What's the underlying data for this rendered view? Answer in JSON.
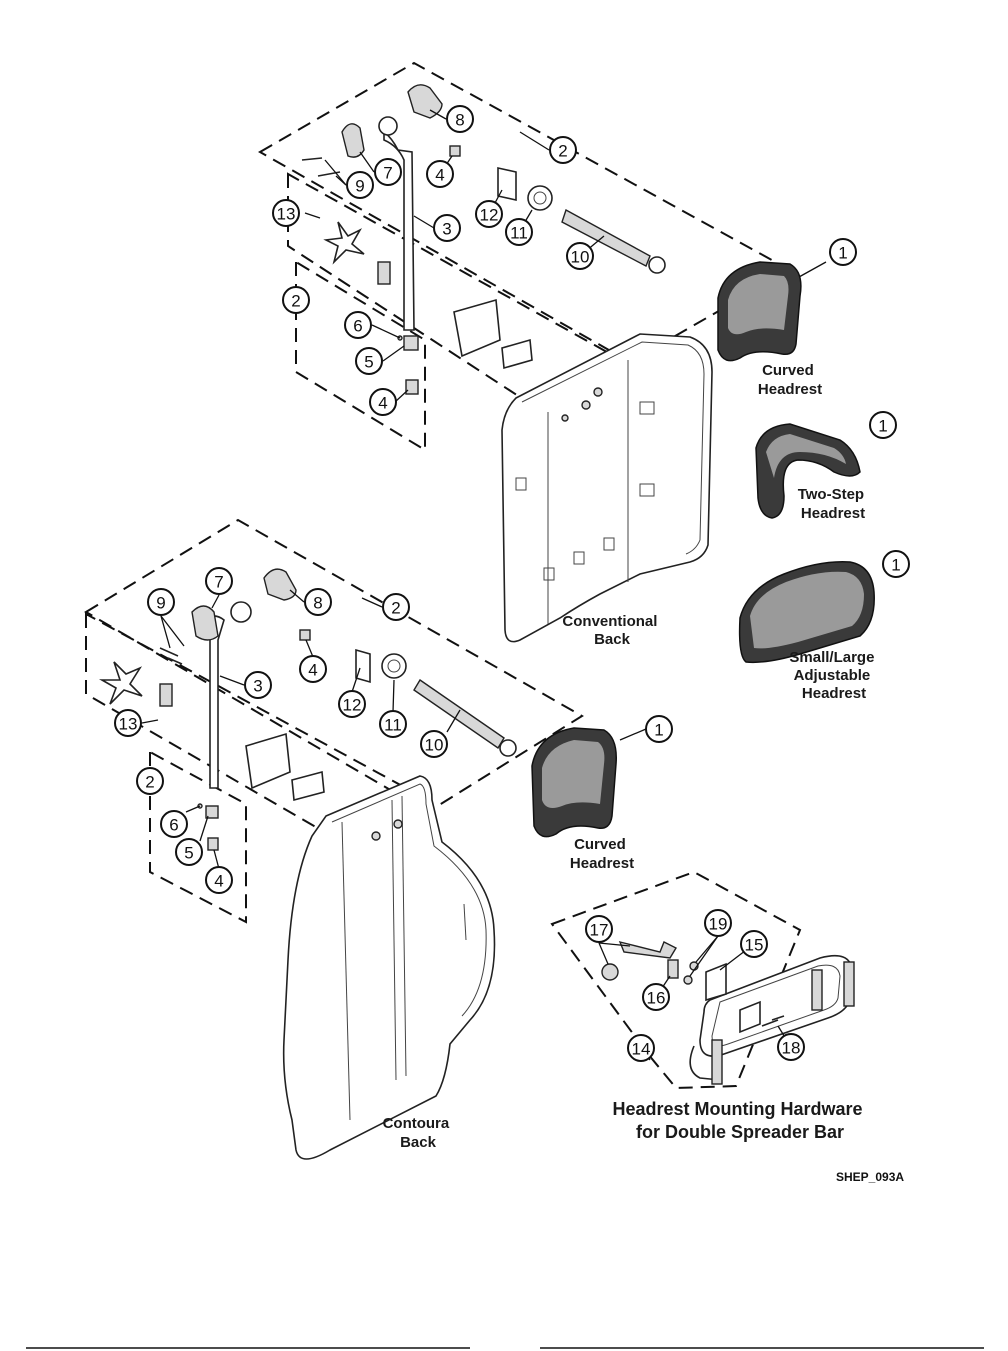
{
  "figure_code": "SHEP_093A",
  "labels": {
    "curved_headrest_top": [
      "Curved",
      "Headrest"
    ],
    "two_step_headrest": [
      "Two-Step",
      "Headrest"
    ],
    "small_large_headrest": [
      "Small/Large",
      "Adjustable",
      "Headrest"
    ],
    "conventional_back": [
      "Conventional",
      "Back"
    ],
    "curved_headrest_bottom": [
      "Curved",
      "Headrest"
    ],
    "contoura_back": [
      "Contoura",
      "Back"
    ],
    "mounting_hardware": [
      "Headrest Mounting Hardware",
      "for Double Spreader Bar"
    ]
  },
  "callouts_top": [
    "8",
    "2",
    "7",
    "9",
    "4",
    "13",
    "3",
    "12",
    "11",
    "10",
    "1",
    "2",
    "6",
    "5",
    "4"
  ],
  "callouts_headrests": [
    "1",
    "1"
  ],
  "callouts_bottom": [
    "9",
    "7",
    "8",
    "2",
    "3",
    "4",
    "12",
    "11",
    "10",
    "13",
    "1",
    "2",
    "6",
    "5",
    "4"
  ],
  "callouts_hardware": [
    "17",
    "19",
    "15",
    "16",
    "14",
    "18"
  ]
}
